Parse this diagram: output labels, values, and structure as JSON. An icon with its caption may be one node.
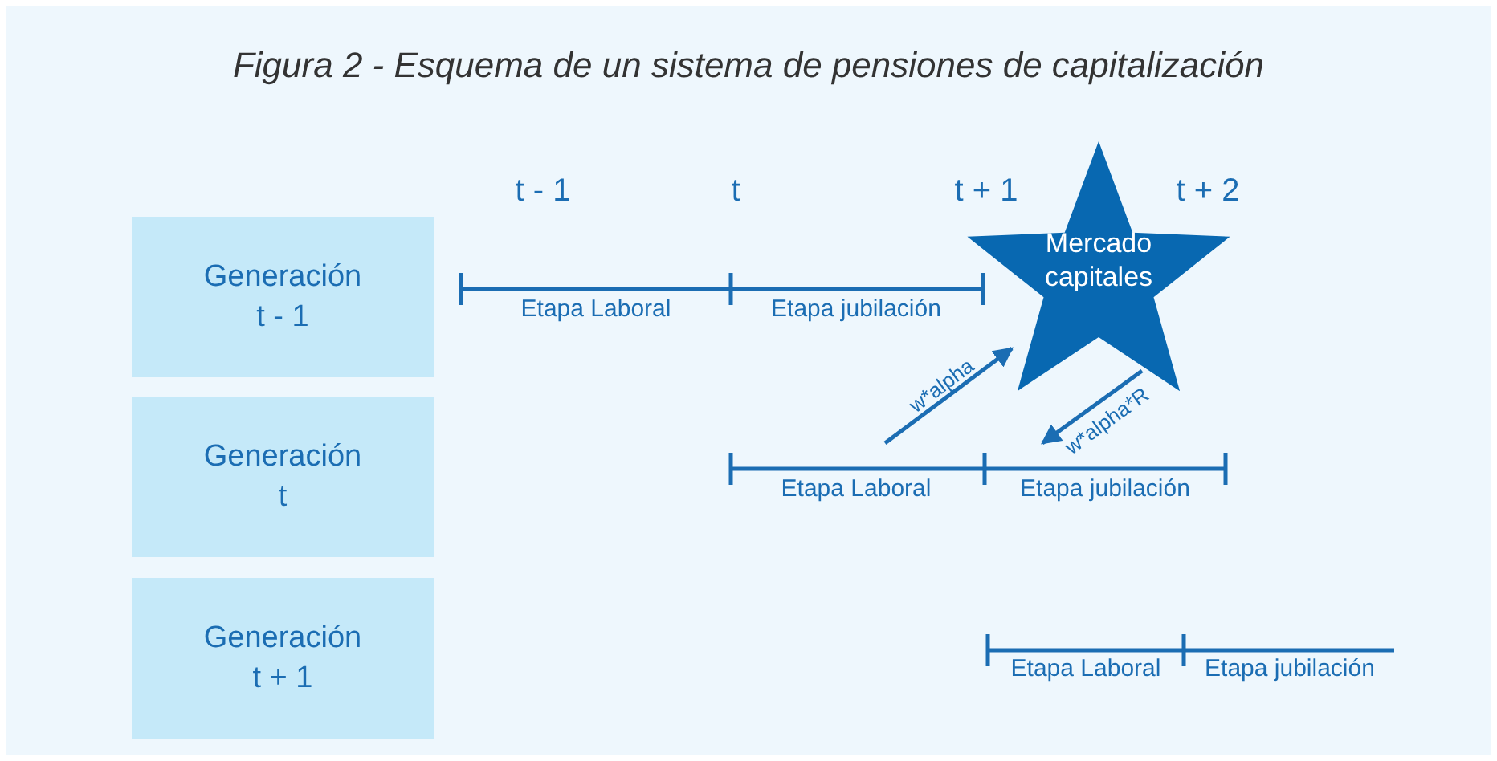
{
  "diagram": {
    "title": "Figura 2 - Esquema de un sistema de pensiones de capitalización",
    "nodes": [
      {
        "text": [
          "Generación t - 1"
        ]
      },
      {
        "text": [
          "Generación t"
        ]
      },
      {
        "text": [
          "Generación t + 1"
        ]
      },
      {
        "text": [
          "Mercado capitales"
        ]
      }
    ],
    "edges": [
      {
        "from": null,
        "to": 3,
        "arrow": "to",
        "label": "w*alpha"
      },
      {
        "from": 3,
        "to": null,
        "arrow": "to",
        "label": "w*alpha*R"
      }
    ],
    "labels": [
      "t - 1",
      "t",
      "t + 1",
      "t + 2",
      "Etapa Laboral",
      "Etapa jubilación",
      "Etapa Laboral",
      "Etapa jubilación",
      "Etapa Laboral",
      "Etapa jubilación"
    ]
  }
}
